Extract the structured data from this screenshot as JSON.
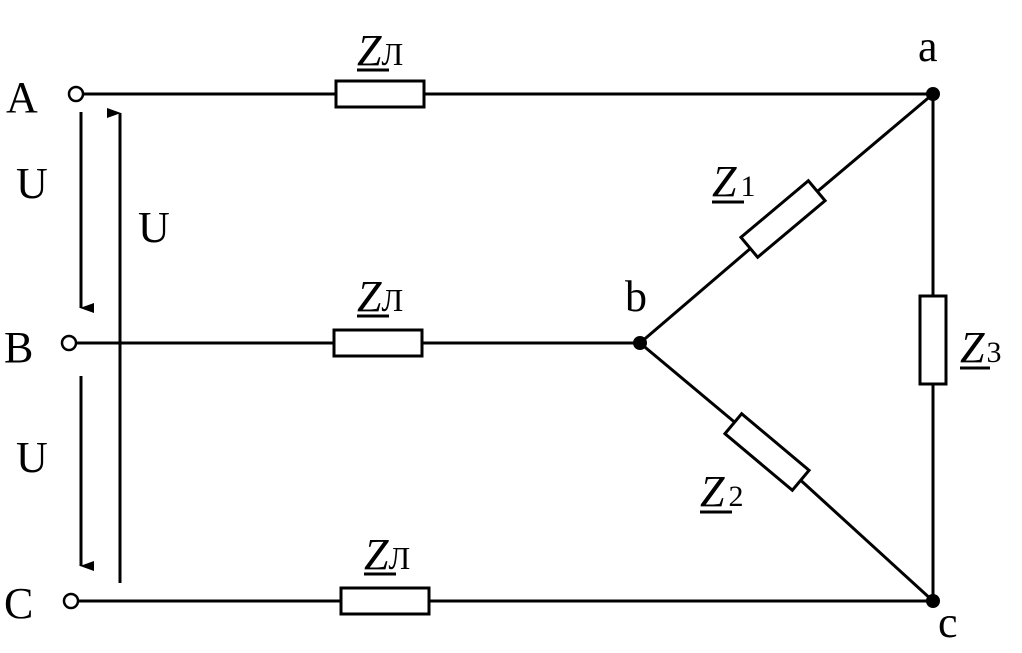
{
  "colors": {
    "ink": "#000000",
    "background": "#ffffff"
  },
  "terminals": {
    "A": "A",
    "B": "B",
    "C": "C"
  },
  "nodes": {
    "a": "a",
    "b": "b",
    "c": "c"
  },
  "voltages": {
    "ab_left": "U",
    "bc_left": "U",
    "ca_long": "U"
  },
  "impedances": {
    "line_main": "Z",
    "line_sub": "Л",
    "z1_main": "Z",
    "z1_sub": "1",
    "z2_main": "Z",
    "z2_sub": "2",
    "z3_main": "Z",
    "z3_sub": "3"
  }
}
